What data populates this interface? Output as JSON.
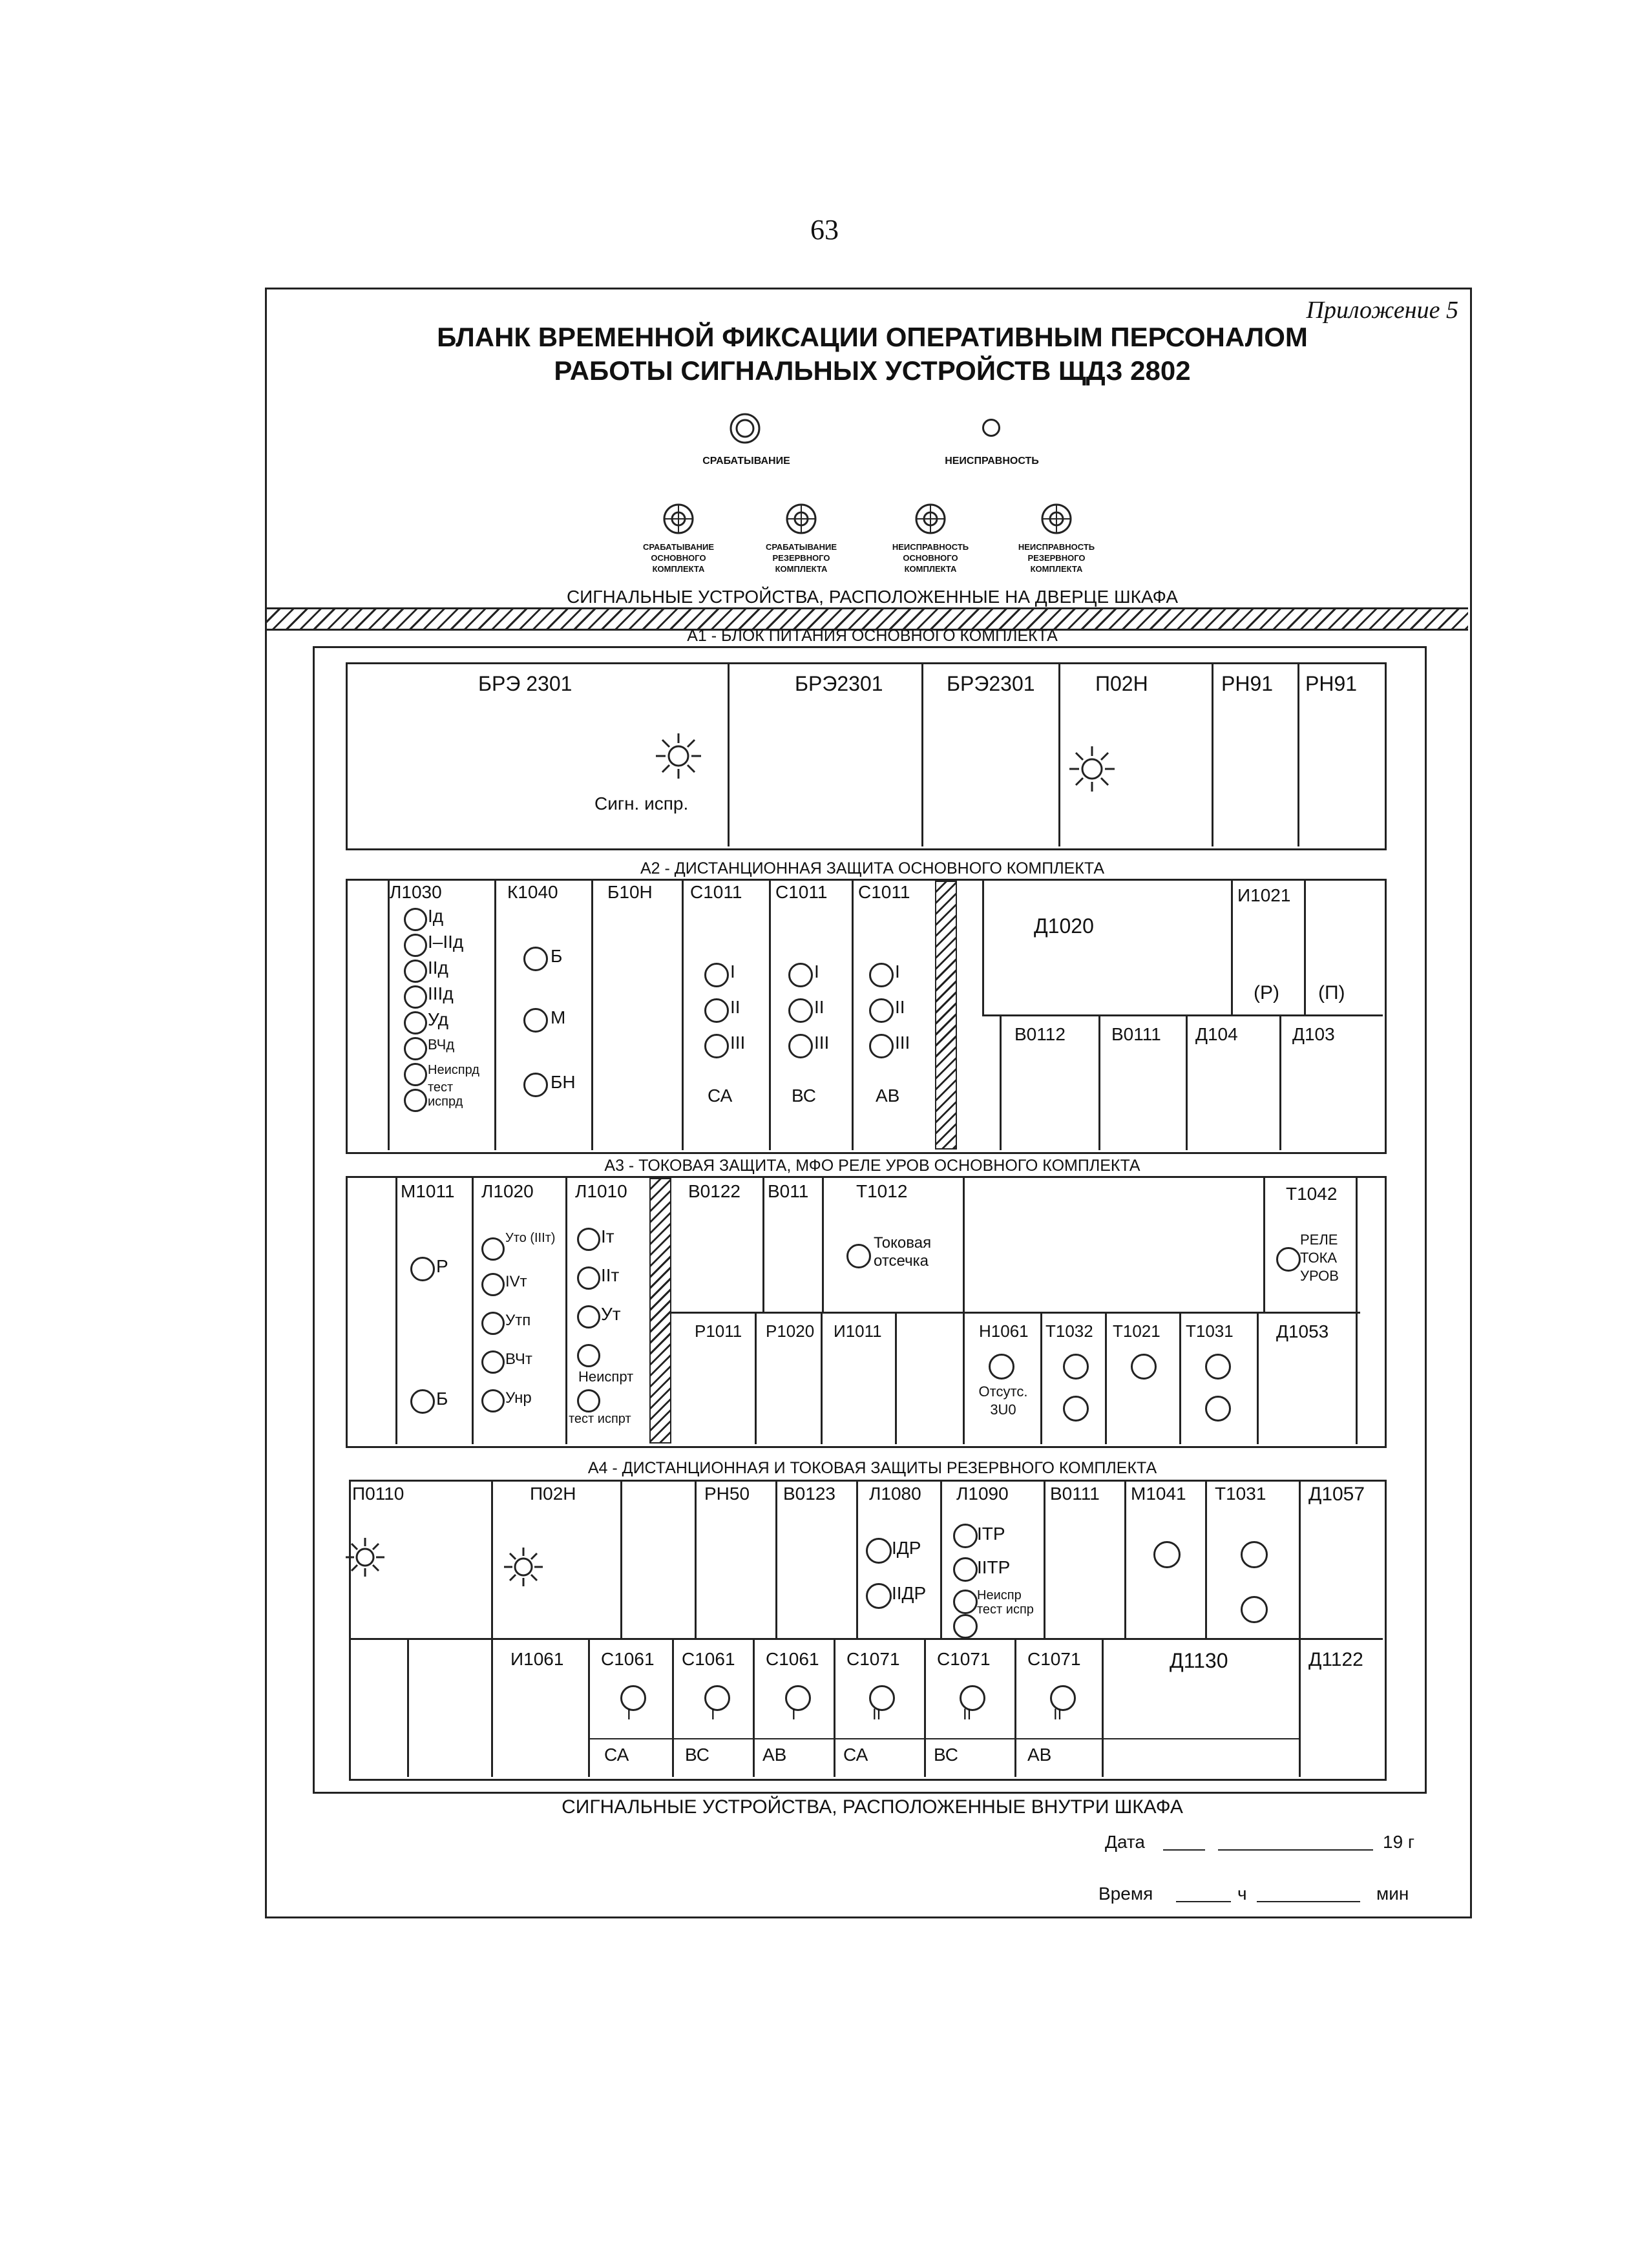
{
  "page_number": "63",
  "appendix": "Приложение 5",
  "title_line1": "БЛАНК ВРЕМЕННОЙ ФИКСАЦИИ ОПЕРАТИВНЫМ ПЕРСОНАЛОМ",
  "title_line2": "РАБОТЫ СИГНАЛЬНЫХ УСТРОЙСТВ ЩДЗ 2802",
  "legend": {
    "trip": "СРАБАТЫВАНИЕ",
    "fault": "НЕИСПРАВНОСТЬ",
    "trip_main": "СРАБАТЫВАНИЕ ОСНОВНОГО КОМПЛЕКТА",
    "trip_reserve": "СРАБАТЫВАНИЕ РЕЗЕРВНОГО КОМПЛЕКТА",
    "fault_main": "НЕИСПРАВНОСТЬ ОСНОВНОГО КОМПЛЕКТА",
    "fault_reserve": "НЕИСПРАВНОСТЬ РЕЗЕРВНОГО КОМПЛЕКТА"
  },
  "door_caption": "СИГНАЛЬНЫЕ УСТРОЙСТВА, РАСПОЛОЖЕННЫЕ НА ДВЕРЦЕ ШКАФА",
  "a1": {
    "title": "А1 - БЛОК ПИТАНИЯ   ОСНОВНОГО   КОМПЛЕКТА",
    "cells": [
      "БРЭ 2301",
      "БРЭ2301",
      "БРЭ2301",
      "П02Н",
      "РН91",
      "РН91"
    ],
    "lamp_label": "Сигн. испр."
  },
  "a2": {
    "title": "А2 - ДИСТАНЦИОННАЯ ЗАЩИТА  ОСНОВНОГО КОМПЛЕКТА",
    "l1030": "Л1030",
    "l1030_lamps": [
      "Iд",
      "I–IIд",
      "IIд",
      "IIIд",
      "Уд",
      "ВЧд",
      "Неиспрд",
      "тест",
      "испрд"
    ],
    "k1040": "К1040",
    "k1040_lamps": [
      "Б",
      "М",
      "БН"
    ],
    "b10": "Б10Н",
    "c_blocks": [
      {
        "name": "С1011",
        "lamps": [
          "I",
          "II",
          "III"
        ],
        "phase": "СА"
      },
      {
        "name": "С1011",
        "lamps": [
          "I",
          "II",
          "III"
        ],
        "phase": "ВС"
      },
      {
        "name": "С1011",
        "lamps": [
          "I",
          "II",
          "III"
        ],
        "phase": "АВ"
      }
    ],
    "d1020": "Д1020",
    "i1021": "И1021",
    "r": "(Р)",
    "p": "(П)",
    "bottom": [
      "В0112",
      "В0111",
      "Д104",
      "Д103"
    ]
  },
  "a3": {
    "title": "А3 - ТОКОВАЯ ЗАЩИТА, МФО РЕЛЕ УРОВ ОСНОВНОГО КОМПЛЕКТА",
    "m1011": "М1011",
    "m1011_lamps": [
      "Р",
      "Б"
    ],
    "l1020": "Л1020",
    "l1020_lamps": [
      "Уто (IIIт)",
      "IVт",
      "Утп",
      "ВЧт",
      "Унр"
    ],
    "l1010": "Л1010",
    "l1010_lamps": [
      "Iт",
      "IIт",
      "Ут",
      "Неиспрт",
      "тест испрт"
    ],
    "b0122": "В0122",
    "b011": "В011",
    "t1012": "Т1012",
    "t1012_lamp": "Токовая отсечка",
    "t1042": "Т1042",
    "t1042_lamp": "РЕЛЕ ТОКА УРОВ",
    "bottom": [
      "Р1011",
      "Р1020",
      "И1011",
      "Н1061",
      "Т1032",
      "Т1021",
      "Т1031",
      "Д1053"
    ],
    "n1061_lamp": "Отсутс. 3U0"
  },
  "a4": {
    "title": "А4 - ДИСТАНЦИОННАЯ И ТОКОВАЯ ЗАЩИТЫ РЕЗЕРВНОГО КОМПЛЕКТА",
    "top": [
      "П0110",
      "П02Н",
      "",
      "РН50",
      "В0123",
      "Л1080",
      "Л1090",
      "В0111",
      "М1041",
      "Т1031",
      "Д1057"
    ],
    "l1080_lamps": [
      "IДР",
      "IIДР"
    ],
    "l1090_lamps": [
      "IТР",
      "IIТР",
      "Неиспр тест испр"
    ],
    "bottom_names": [
      "И1061",
      "С1061",
      "С1061",
      "С1061",
      "С1071",
      "С1071",
      "С1071",
      "Д1130",
      "Д1122"
    ],
    "bottom_lamps": [
      {
        "num": "I",
        "phase": "СА"
      },
      {
        "num": "I",
        "phase": "ВС"
      },
      {
        "num": "I",
        "phase": "АВ"
      },
      {
        "num": "II",
        "phase": "СА"
      },
      {
        "num": "II",
        "phase": "ВС"
      },
      {
        "num": "II",
        "phase": "АВ"
      }
    ]
  },
  "inside_caption": "СИГНАЛЬНЫЕ УСТРОЙСТВА, РАСПОЛОЖЕННЫЕ ВНУТРИ ШКАФА",
  "date_label": "Дата",
  "year_suffix": "19   г",
  "time_label": "Время",
  "hours_label": "ч",
  "minutes_label": "мин"
}
